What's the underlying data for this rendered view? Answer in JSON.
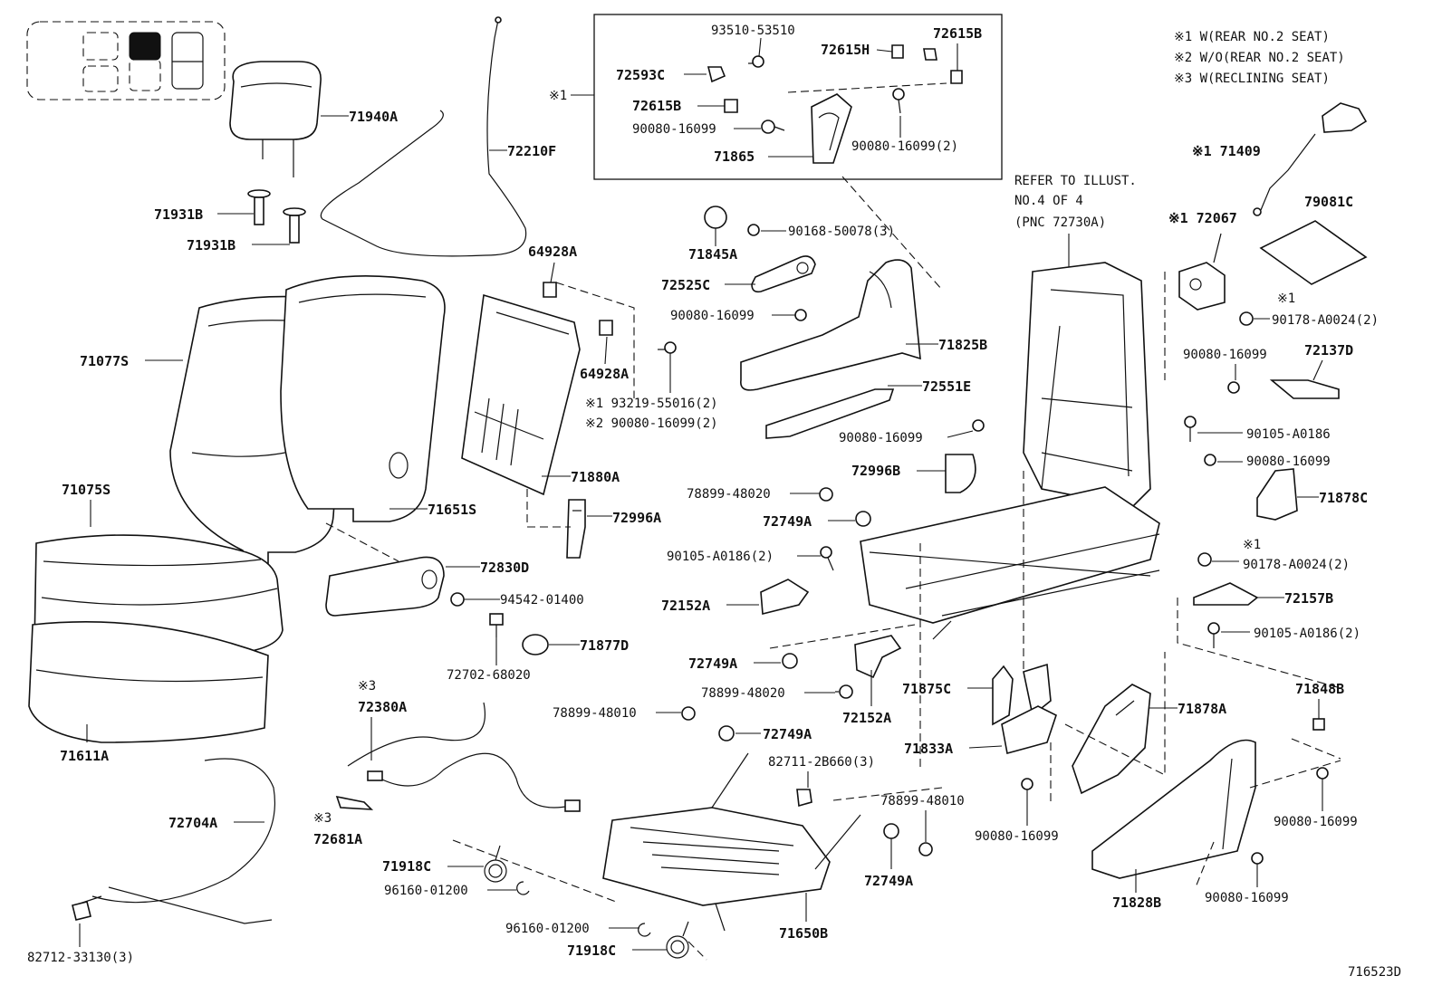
{
  "notes": [
    "※1  W(REAR NO.2 SEAT)",
    "※2  W/O(REAR NO.2 SEAT)",
    "※3  W(RECLINING SEAT)"
  ],
  "refer_note": [
    "REFER TO ILLUST.",
    "NO.4 OF 4",
    "(PNC 72730A)"
  ],
  "box_marker": "※1",
  "diagram_id": "716523D",
  "labels": {
    "l93510": "93510-53510",
    "l72615H": "72615H",
    "l72615B_top": "72615B",
    "l72593C": "72593C",
    "l72615B_mid": "72615B",
    "l90080_box_l": "90080-16099",
    "l90080_box_r": "90080-16099(2)",
    "l71865": "71865",
    "l71940A": "71940A",
    "l72210F": "72210F",
    "l71931B_a": "71931B",
    "l71931B_b": "71931B",
    "l71077S": "71077S",
    "l64928A_a": "64928A",
    "l64928A_b": "64928A",
    "l93219": "※1 93219-55016(2)",
    "l90080_x2": "※2 90080-16099(2)",
    "l71880A": "71880A",
    "l71651S": "71651S",
    "l72996A": "72996A",
    "l71075S": "71075S",
    "l72830D": "72830D",
    "l94542": "94542-01400",
    "l71877D": "71877D",
    "l72702": "72702-68020",
    "l71611A": "71611A",
    "l71845A": "71845A",
    "l90168": "90168-50078(3)",
    "l72525C": "72525C",
    "l90080_mid": "90080-16099",
    "l71825B": "71825B",
    "l72551E": "72551E",
    "l90080_c": "90080-16099",
    "l72996B": "72996B",
    "l78899_48020_a": "78899-48020",
    "l72749A_a": "72749A",
    "l90105_2": "90105-A0186(2)",
    "l72152A_a": "72152A",
    "l72749A_b": "72749A",
    "l78899_48020_b": "78899-48020",
    "l72152A_b": "72152A",
    "l78899_48010_a": "78899-48010",
    "l72749A_c": "72749A",
    "l71875C": "71875C",
    "l71833A": "71833A",
    "l82711": "82711-2B660(3)",
    "l78899_48010_b": "78899-48010",
    "l72749A_d": "72749A",
    "l71650B": "71650B",
    "l72380A_mark": "※3",
    "l72380A": "72380A",
    "l72681A_mark": "※3",
    "l72681A": "72681A",
    "l72704A": "72704A",
    "l71918C_a": "71918C",
    "l96160_a": "96160-01200",
    "l96160_b": "96160-01200",
    "l71918C_b": "71918C",
    "l82712": "82712-33130(3)",
    "l71409": "※1 71409",
    "l79081C": "79081C",
    "l72067": "※1 72067",
    "l90178_a_mark": "※1",
    "l90178_a": "90178-A0024(2)",
    "l90080_r1": "90080-16099",
    "l72137D": "72137D",
    "l90105_r": "90105-A0186",
    "l90080_r2": "90080-16099",
    "l71878C": "71878C",
    "l90178_b_mark": "※1",
    "l90178_b": "90178-A0024(2)",
    "l72157B": "72157B",
    "l90105_r2": "90105-A0186(2)",
    "l71878A": "71878A",
    "l90080_r3": "90080-16099",
    "l71828B": "71828B",
    "l71848B": "71848B",
    "l90080_r4": "90080-16099",
    "l90080_r5": "90080-16099"
  }
}
